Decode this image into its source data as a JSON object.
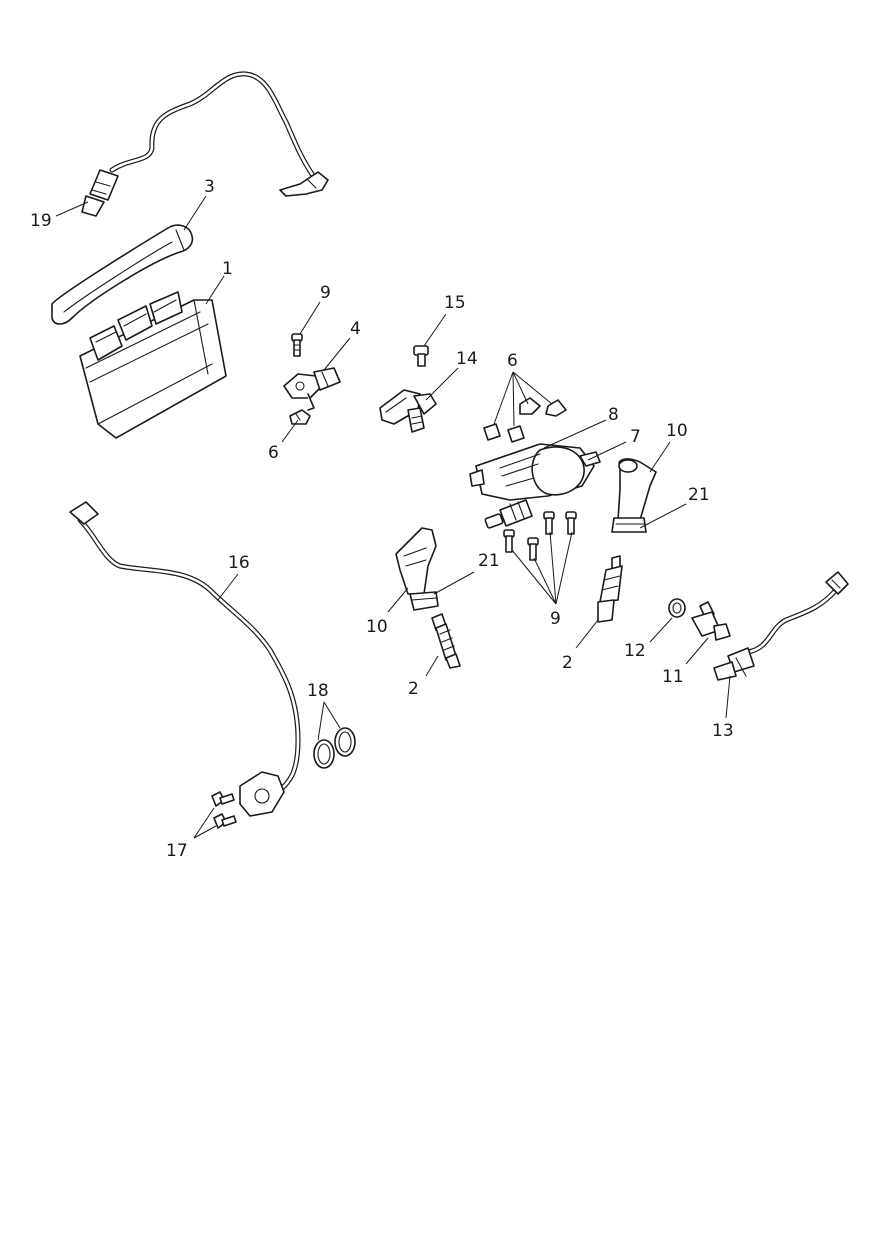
{
  "callouts": {
    "c1": "1",
    "c2a": "2",
    "c2b": "2",
    "c3": "3",
    "c4": "4",
    "c6a": "6",
    "c6b": "6",
    "c7": "7",
    "c8": "8",
    "c9a": "9",
    "c9b": "9",
    "c10a": "10",
    "c10b": "10",
    "c11": "11",
    "c12": "12",
    "c13": "13",
    "c14": "14",
    "c15": "15",
    "c16": "16",
    "c17": "17",
    "c18": "18",
    "c19": "19",
    "c21a": "21",
    "c21b": "21"
  }
}
